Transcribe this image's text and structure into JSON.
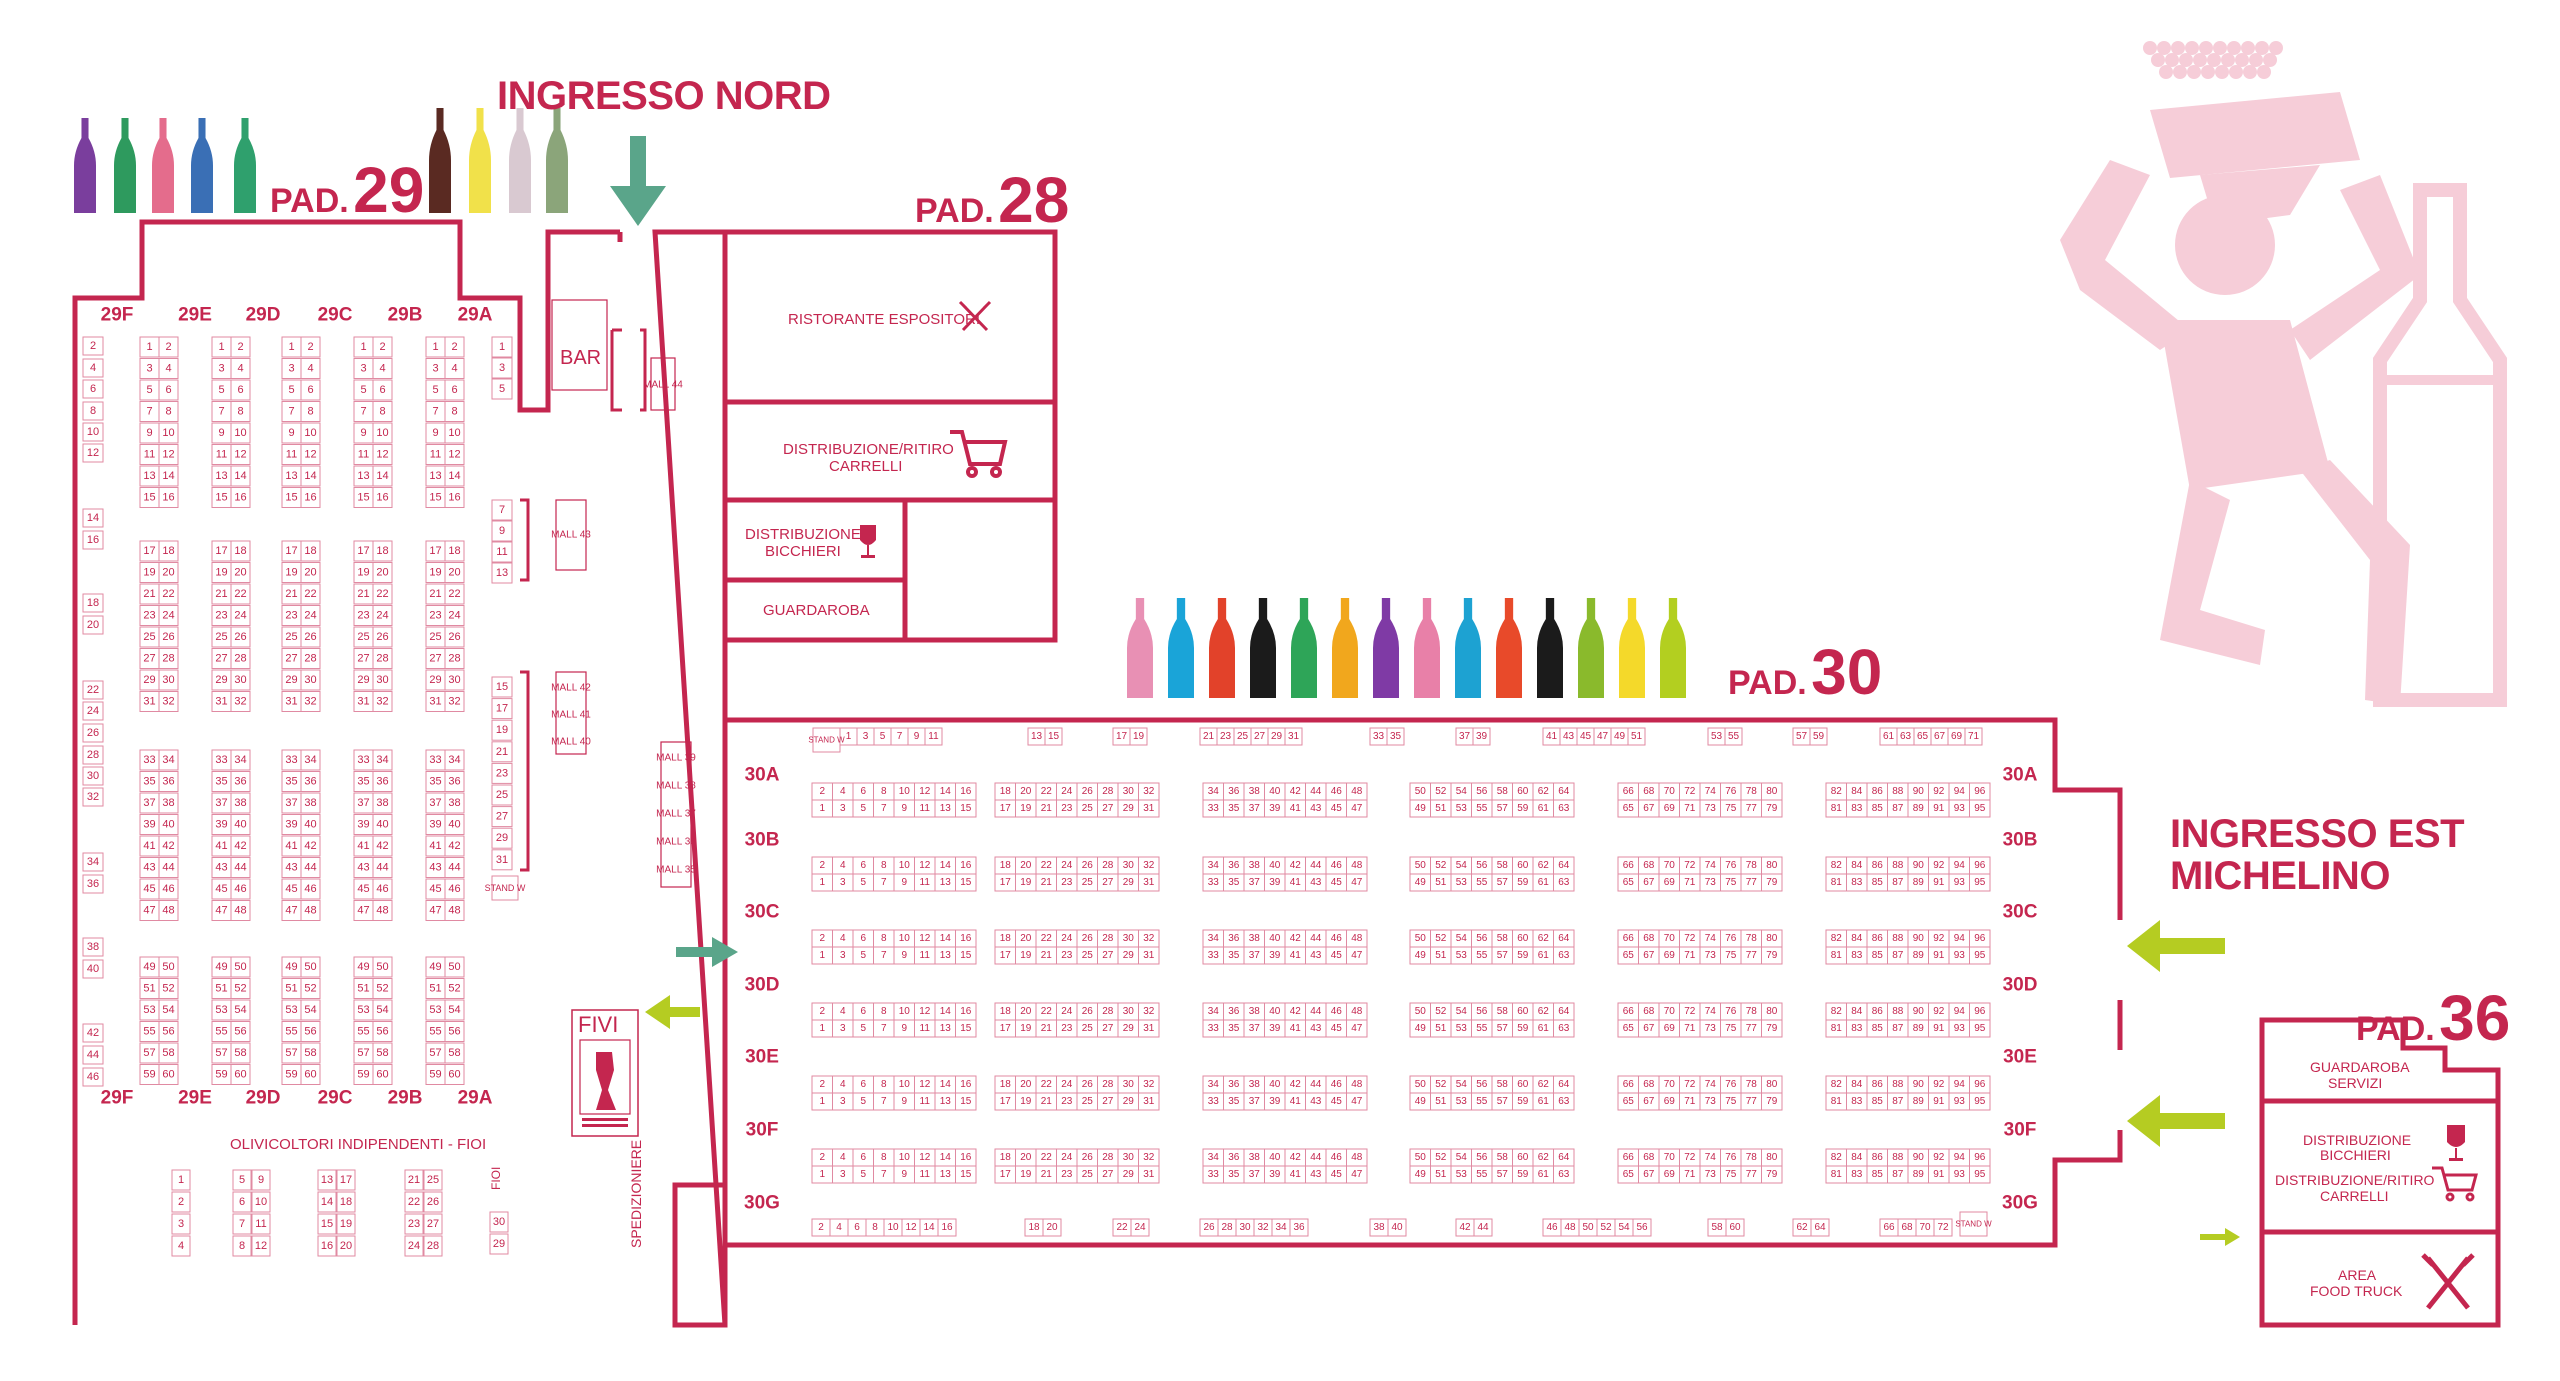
{
  "colors": {
    "primary": "#c4264f",
    "figure": "#f6cdd8",
    "green_arrow": "#5aa58a",
    "lime_arrow": "#b5cc22"
  },
  "entrances": {
    "north": "INGRESSO NORD",
    "east_line1": "INGRESSO EST",
    "east_line2": "MICHELINO"
  },
  "pavilions": {
    "p29": {
      "word": "PAD.",
      "num": "29"
    },
    "p28": {
      "word": "PAD.",
      "num": "28"
    },
    "p30": {
      "word": "PAD.",
      "num": "30"
    },
    "p36": {
      "word": "PAD.",
      "num": "36"
    }
  },
  "rooms": {
    "ristorante": "RISTORANTE ESPOSITORI",
    "carrelli_1": "DISTRIBUZIONE/RITIRO",
    "carrelli_2": "CARRELLI",
    "bicchieri_1": "DISTRIBUZIONE",
    "bicchieri_2": "BICCHIERI",
    "guardaroba": "GUARDAROBA",
    "bar": "BAR",
    "spedizioniere": "SPEDIZIONIERE",
    "olivicoltori": "OLIVICOLTORI INDIPENDENTI - FIOI",
    "fioi": "FIOI",
    "fivi": "FIVI",
    "p36_guardaroba_1": "GUARDAROBA",
    "p36_guardaroba_2": "SERVIZI",
    "p36_bicchieri_1": "DISTRIBUZIONE",
    "p36_bicchieri_2": "BICCHIERI",
    "p36_carrelli_1": "DISTRIBUZIONE/RITIRO",
    "p36_carrelli_2": "CARRELLI",
    "p36_food_1": "AREA",
    "p36_food_2": "FOOD TRUCK"
  },
  "malls": {
    "m44": "MALL 44",
    "m43": "MALL 43",
    "m42": "MALL 42",
    "m41": "MALL 41",
    "m40": "MALL 40",
    "m39": "MALL 39",
    "m38": "MALL 38",
    "m37": "MALL 37",
    "m36": "MALL 36",
    "m35": "MALL 35"
  },
  "stand_w": "STAND W",
  "p29": {
    "rows_top": [
      "29F",
      "29E",
      "29D",
      "29C",
      "29B",
      "29A"
    ],
    "rows_bottom": [
      "29F",
      "29E",
      "29D",
      "29C",
      "29B",
      "29A"
    ],
    "left_column": [
      "2",
      "4",
      "6",
      "8",
      "10",
      "12",
      "14",
      "16",
      "18",
      "20",
      "22",
      "24",
      "26",
      "28",
      "30",
      "32",
      "34",
      "36",
      "38",
      "40",
      "42",
      "44",
      "46"
    ],
    "group1_pairs": [
      [
        "1",
        "2"
      ],
      [
        "3",
        "4"
      ],
      [
        "5",
        "6"
      ],
      [
        "7",
        "8"
      ],
      [
        "9",
        "10"
      ],
      [
        "11",
        "12"
      ],
      [
        "13",
        "14"
      ],
      [
        "15",
        "16"
      ]
    ],
    "group2_pairs": [
      [
        "17",
        "18"
      ],
      [
        "19",
        "20"
      ],
      [
        "21",
        "22"
      ],
      [
        "23",
        "24"
      ],
      [
        "25",
        "26"
      ],
      [
        "27",
        "28"
      ],
      [
        "29",
        "30"
      ],
      [
        "31",
        "32"
      ]
    ],
    "group3_pairs": [
      [
        "33",
        "34"
      ],
      [
        "35",
        "36"
      ],
      [
        "37",
        "38"
      ],
      [
        "39",
        "40"
      ],
      [
        "41",
        "42"
      ],
      [
        "43",
        "44"
      ],
      [
        "45",
        "46"
      ],
      [
        "47",
        "48"
      ]
    ],
    "group4_pairs": [
      [
        "49",
        "50"
      ],
      [
        "51",
        "52"
      ],
      [
        "53",
        "54"
      ],
      [
        "55",
        "56"
      ],
      [
        "57",
        "58"
      ],
      [
        "59",
        "60"
      ]
    ],
    "a_col1": [
      "1",
      "3",
      "5"
    ],
    "a_col2": [
      "7",
      "9",
      "11",
      "13"
    ],
    "a_col3": [
      "15",
      "17",
      "19",
      "21",
      "23",
      "25",
      "27",
      "29",
      "31"
    ]
  },
  "p30": {
    "rows_left": [
      "30A",
      "30B",
      "30C",
      "30D",
      "30E",
      "30F",
      "30G"
    ],
    "rows_right": [
      "30A",
      "30B",
      "30C",
      "30D",
      "30E",
      "30F",
      "30G"
    ],
    "top_numbers": [
      "1",
      "3",
      "5",
      "7",
      "9",
      "11",
      "13",
      "15",
      "17",
      "19",
      "21",
      "23",
      "25",
      "27",
      "29",
      "31",
      "33",
      "35",
      "37",
      "39",
      "41",
      "43",
      "45",
      "47",
      "49",
      "51",
      "53",
      "55",
      "57",
      "59",
      "61",
      "63",
      "65",
      "67",
      "69",
      "71"
    ],
    "bottom_numbers": [
      "2",
      "4",
      "6",
      "8",
      "10",
      "12",
      "14",
      "16",
      "18",
      "20",
      "22",
      "24",
      "26",
      "28",
      "30",
      "32",
      "34",
      "36",
      "38",
      "40",
      "42",
      "44",
      "46",
      "48",
      "50",
      "52",
      "54",
      "56",
      "58",
      "60",
      "62",
      "64",
      "66",
      "68",
      "70",
      "72"
    ],
    "even_blocks": [
      [
        "2",
        "4",
        "6",
        "8",
        "10",
        "12",
        "14",
        "16"
      ],
      [
        "18",
        "20",
        "22",
        "24",
        "26",
        "28",
        "30",
        "32"
      ],
      [
        "34",
        "36",
        "38",
        "40",
        "42",
        "44",
        "46",
        "48"
      ],
      [
        "50",
        "52",
        "54",
        "56",
        "58",
        "60",
        "62",
        "64"
      ],
      [
        "66",
        "68",
        "70",
        "72",
        "74",
        "76",
        "78",
        "80"
      ],
      [
        "82",
        "84",
        "86",
        "88",
        "90",
        "92",
        "94",
        "96"
      ]
    ],
    "odd_blocks": [
      [
        "1",
        "3",
        "5",
        "7",
        "9",
        "11",
        "13",
        "15"
      ],
      [
        "17",
        "19",
        "21",
        "23",
        "25",
        "27",
        "29",
        "31"
      ],
      [
        "33",
        "35",
        "37",
        "39",
        "41",
        "43",
        "45",
        "47"
      ],
      [
        "49",
        "51",
        "53",
        "55",
        "57",
        "59",
        "61",
        "63"
      ],
      [
        "65",
        "67",
        "69",
        "71",
        "73",
        "75",
        "77",
        "79"
      ],
      [
        "81",
        "83",
        "85",
        "87",
        "89",
        "91",
        "93",
        "95"
      ]
    ]
  },
  "olive": {
    "col1": [
      "1",
      "2",
      "3",
      "4"
    ],
    "col2a": [
      "5",
      "6",
      "7",
      "8"
    ],
    "col2b": [
      "9",
      "10",
      "11",
      "12"
    ],
    "col3a": [
      "13",
      "14",
      "15",
      "16"
    ],
    "col3b": [
      "17",
      "18",
      "19",
      "20"
    ],
    "col4a": [
      "21",
      "22",
      "23",
      "24"
    ],
    "col4b": [
      "25",
      "26",
      "27",
      "28"
    ],
    "col5": [
      "30",
      "29"
    ]
  },
  "bottles_p29": [
    "#7a3e9d",
    "#2e9a5e",
    "#e46c8c",
    "#3a6fb5",
    "#2fa06d",
    "#5a2a22",
    "#f1e14a",
    "#d9c9d1",
    "#8ba57a"
  ],
  "bottles_p30": [
    "#e890b4",
    "#1aa4d8",
    "#e2422a",
    "#1b1b1b",
    "#2ea558",
    "#f1a71d",
    "#7f3aa5",
    "#e880a8",
    "#1da2d2",
    "#e84a2a",
    "#1b1b1b",
    "#8aba2c",
    "#f4d92a",
    "#b3cf20"
  ]
}
